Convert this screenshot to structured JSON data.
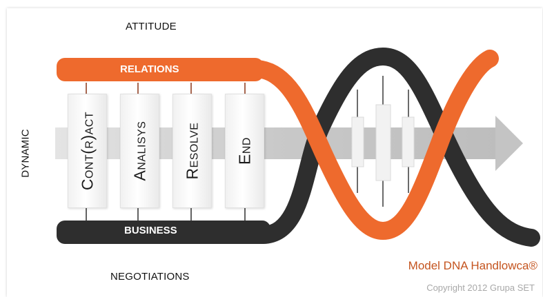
{
  "labels": {
    "attitude": "ATTITUDE",
    "negotiations": "NEGOTIATIONS",
    "dynamic": "DYNAMIC",
    "relations": "RELATIONS",
    "business": "BUSINESS"
  },
  "steps": [
    "Cont(r)act",
    "Analisys",
    "Resolve",
    "End"
  ],
  "footer": {
    "model": "Model DNA Handlowca®",
    "copyright": "Copyright 2012 Grupa SET"
  },
  "colors": {
    "orange": "#ee6a2d",
    "dark": "#2e2e2e",
    "arrow": "#cfcfcf",
    "accent_text": "#c4541f"
  }
}
